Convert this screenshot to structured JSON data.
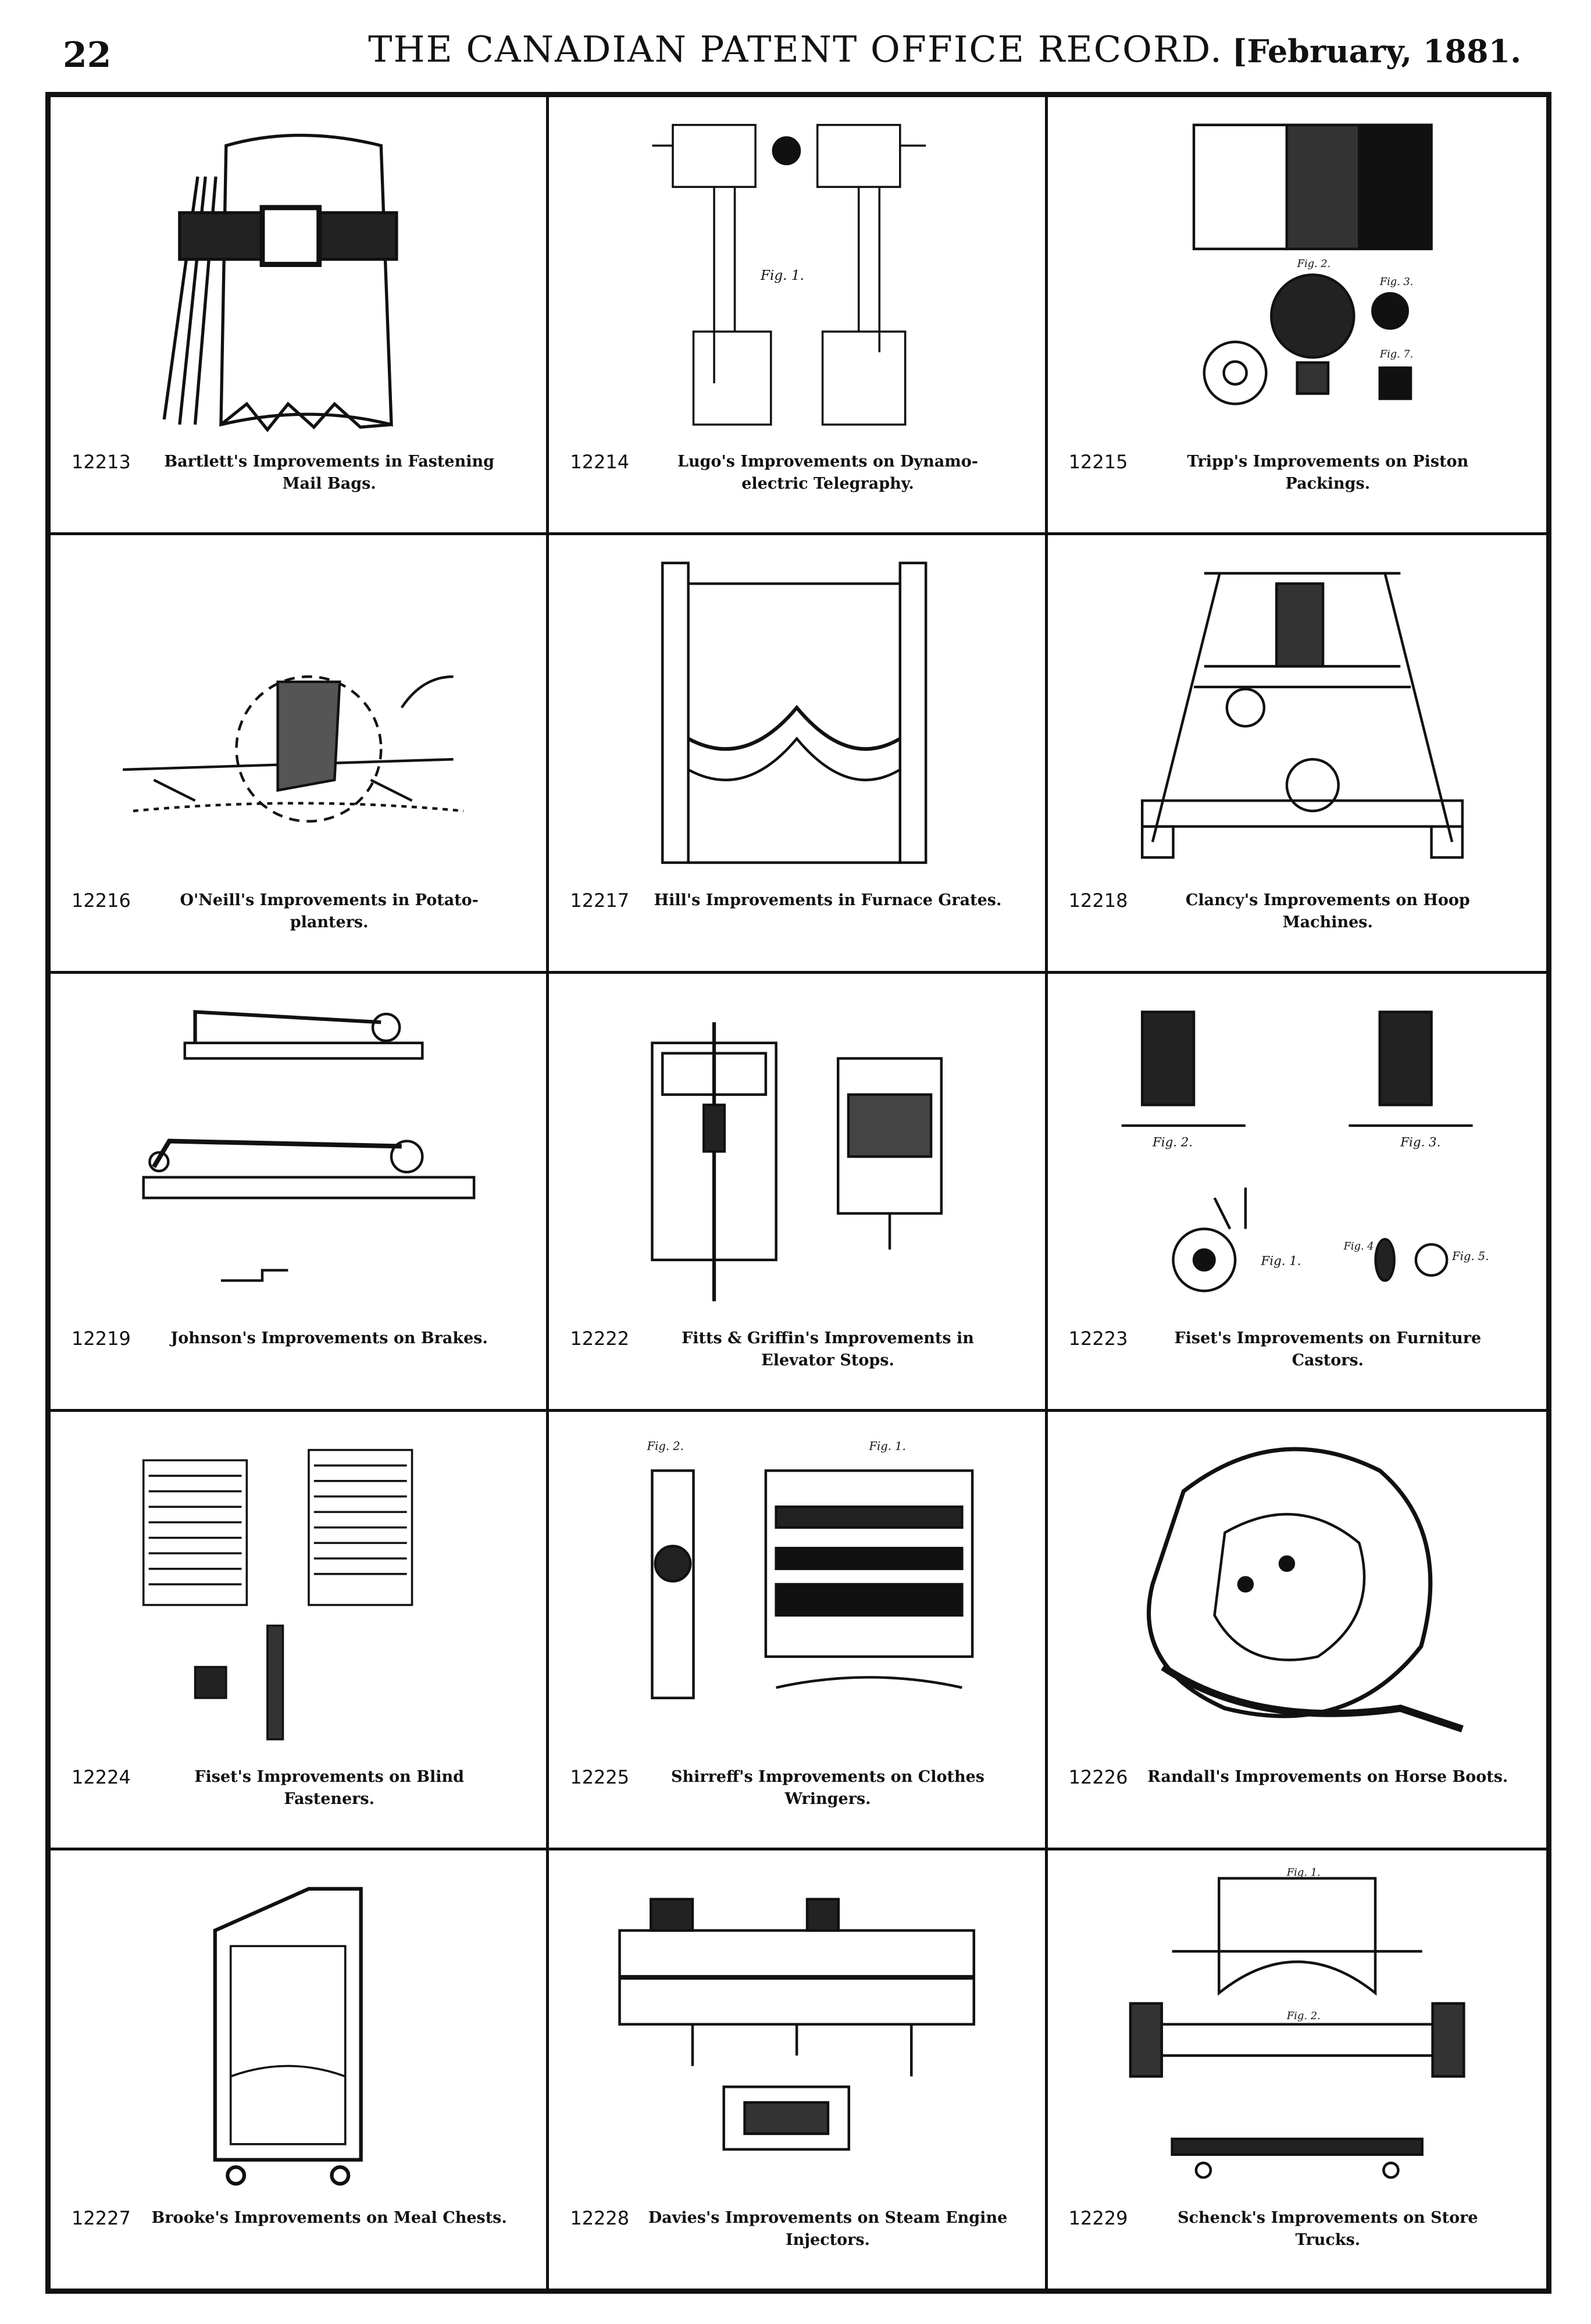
{
  "header": {
    "page_number": "22",
    "journal_title": "THE CANADIAN PATENT OFFICE RECORD.",
    "date": "[February, 1881."
  },
  "patents": [
    {
      "number": "12213",
      "title": "Bartlett's Improvements in Fastening Mail Bags.",
      "icon": "mail-bag-fastener-drawing"
    },
    {
      "number": "12214",
      "title": "Lugo's Improvements on Dynamo-electric Telegraphy.",
      "icon": "telegraph-circuit-drawing"
    },
    {
      "number": "12215",
      "title": "Tripp's Improvements on Piston Packings.",
      "icon": "piston-packing-drawing"
    },
    {
      "number": "12216",
      "title": "O'Neill's Improvements in Potato-planters.",
      "icon": "potato-planter-drawing"
    },
    {
      "number": "12217",
      "title": "Hill's Improvements in Furnace Grates.",
      "icon": "furnace-grate-drawing"
    },
    {
      "number": "12218",
      "title": "Clancy's Improvements on Hoop Machines.",
      "icon": "hoop-machine-drawing"
    },
    {
      "number": "12219",
      "title": "Johnson's Improvements on Brakes.",
      "icon": "brake-drawing"
    },
    {
      "number": "12222",
      "title": "Fitts & Griffin's Improvements in Elevator Stops.",
      "icon": "elevator-stop-drawing"
    },
    {
      "number": "12223",
      "title": "Fiset's Improvements on Furniture Castors.",
      "icon": "furniture-castor-drawing"
    },
    {
      "number": "12224",
      "title": "Fiset's Improvements on Blind Fasteners.",
      "icon": "blind-fastener-drawing"
    },
    {
      "number": "12225",
      "title": "Shirreff's Improvements on Clothes Wringers.",
      "icon": "clothes-wringer-drawing"
    },
    {
      "number": "12226",
      "title": "Randall's Improvements on Horse Boots.",
      "icon": "horse-boot-drawing"
    },
    {
      "number": "12227",
      "title": "Brooke's Improvements on Meal Chests.",
      "icon": "meal-chest-drawing"
    },
    {
      "number": "12228",
      "title": "Davies's Improvements on Steam Engine Injectors.",
      "icon": "steam-injector-drawing"
    },
    {
      "number": "12229",
      "title": "Schenck's Improvements on Store Trucks.",
      "icon": "store-truck-drawing"
    }
  ],
  "figure_labels": {
    "lugo_fig": "Fig. 1.",
    "tripp_figs": [
      "Fig. 2.",
      "Fig. 3.",
      "Fig. 7."
    ],
    "fiset_castor_figs": [
      "Fig. 2.",
      "Fig. 3.",
      "Fig. 1.",
      "Fig. 4",
      "Fig. 5."
    ],
    "shirreff_figs": [
      "Fig. 2.",
      "Fig. 1."
    ],
    "schenck_figs": [
      "Fig. 1.",
      "Fig. 2."
    ]
  }
}
